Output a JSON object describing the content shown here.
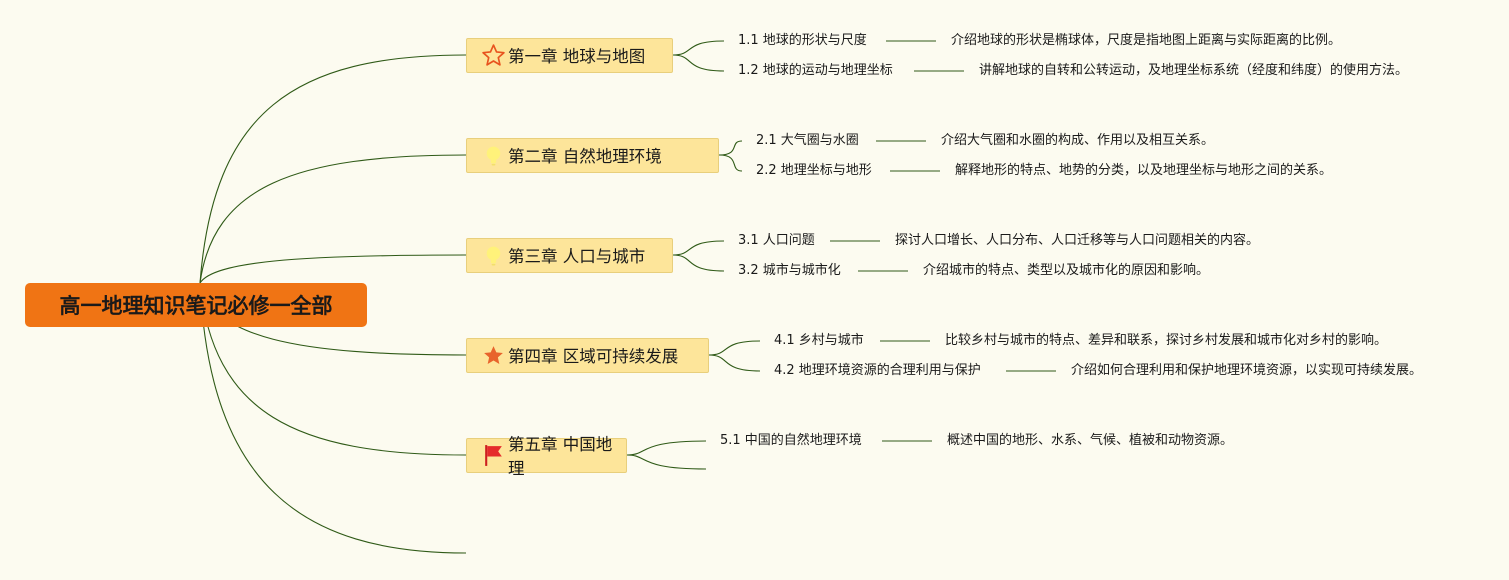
{
  "root": {
    "title": "高一地理知识笔记必修一全部"
  },
  "chapters": [
    {
      "label": "第一章 地球与地图",
      "icon": "star-outline-icon",
      "sections": [
        {
          "title": "1.1 地球的形状与尺度",
          "desc": "介绍地球的形状是椭球体，尺度是指地图上距离与实际距离的比例。"
        },
        {
          "title": "1.2 地球的运动与地理坐标",
          "desc": "讲解地球的自转和公转运动，及地理坐标系统（经度和纬度）的使用方法。"
        }
      ]
    },
    {
      "label": "第二章 自然地理环境",
      "icon": "lightbulb-icon",
      "sections": [
        {
          "title": "2.1 大气圈与水圈",
          "desc": "介绍大气圈和水圈的构成、作用以及相互关系。"
        },
        {
          "title": "2.2 地理坐标与地形",
          "desc": "解释地形的特点、地势的分类，以及地理坐标与地形之间的关系。"
        }
      ]
    },
    {
      "label": "第三章 人口与城市",
      "icon": "lightbulb-icon",
      "sections": [
        {
          "title": "3.1 人口问题",
          "desc": "探讨人口增长、人口分布、人口迁移等与人口问题相关的内容。"
        },
        {
          "title": "3.2 城市与城市化",
          "desc": "介绍城市的特点、类型以及城市化的原因和影响。"
        }
      ]
    },
    {
      "label": "第四章 区域可持续发展",
      "icon": "star-filled-icon",
      "sections": [
        {
          "title": "4.1 乡村与城市",
          "desc": "比较乡村与城市的特点、差异和联系，探讨乡村发展和城市化对乡村的影响。"
        },
        {
          "title": "4.2 地理环境资源的合理利用与保护",
          "desc": "介绍如何合理利用和保护地理环境资源，以实现可持续发展。"
        }
      ]
    },
    {
      "label": "第五章 中国地理",
      "icon": "red-flag-icon",
      "sections": [
        {
          "title": "5.1 中国的自然地理环境",
          "desc": "概述中国的地形、水系、气候、植被和动物资源。"
        },
        {
          "title": "",
          "desc": ""
        }
      ]
    }
  ],
  "colors": {
    "line": "#2f5a17",
    "root_bg": "#f07414",
    "chapter_bg": "#fde59a"
  }
}
